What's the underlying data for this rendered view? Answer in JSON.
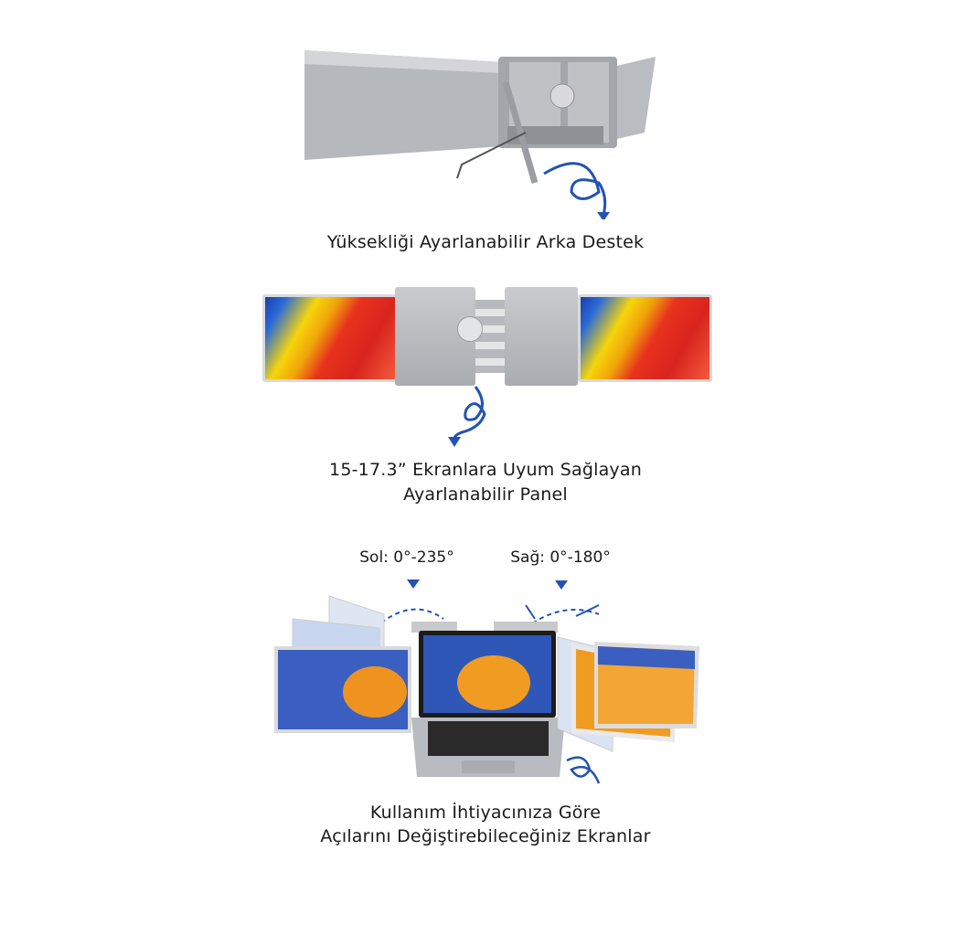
{
  "sections": [
    {
      "caption_lines": [
        "Yüksekliği Ayarlanabilir Arka Destek"
      ]
    },
    {
      "caption_lines": [
        "15-17.3” Ekranlara Uyum Sağlayan",
        "Ayarlanabilir Panel"
      ]
    },
    {
      "caption_lines": [
        "Kullanım İhtiyacınıza Göre",
        "Açılarını Değiştirebileceğiniz Ekranlar"
      ],
      "angle_labels": {
        "left": "Sol: 0°-235°",
        "right": "Sağ: 0°-180°"
      }
    }
  ],
  "colors": {
    "accent_arrow": "#2253b4",
    "text": "#1a1a1a"
  }
}
